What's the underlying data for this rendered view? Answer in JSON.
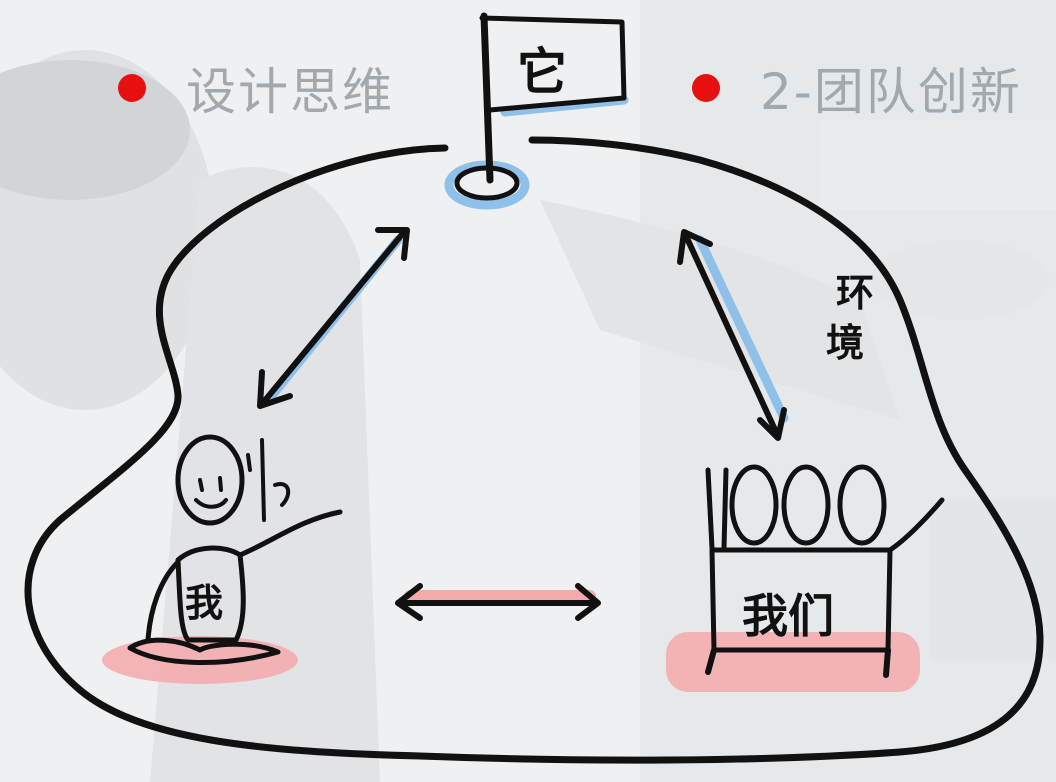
{
  "header": {
    "left_label": "设计思维",
    "right_label": "2-团队创新"
  },
  "diagram": {
    "flag_label": "它",
    "env_label_line1": "环",
    "env_label_line2": "境",
    "me_label": "我",
    "team_label": "我们",
    "team_count": "1000"
  },
  "colors": {
    "accent_dot": "#e80f10",
    "outline": "#111111",
    "blue_highlight": "#8fc0ea",
    "pink_highlight": "#f4a9ab"
  }
}
